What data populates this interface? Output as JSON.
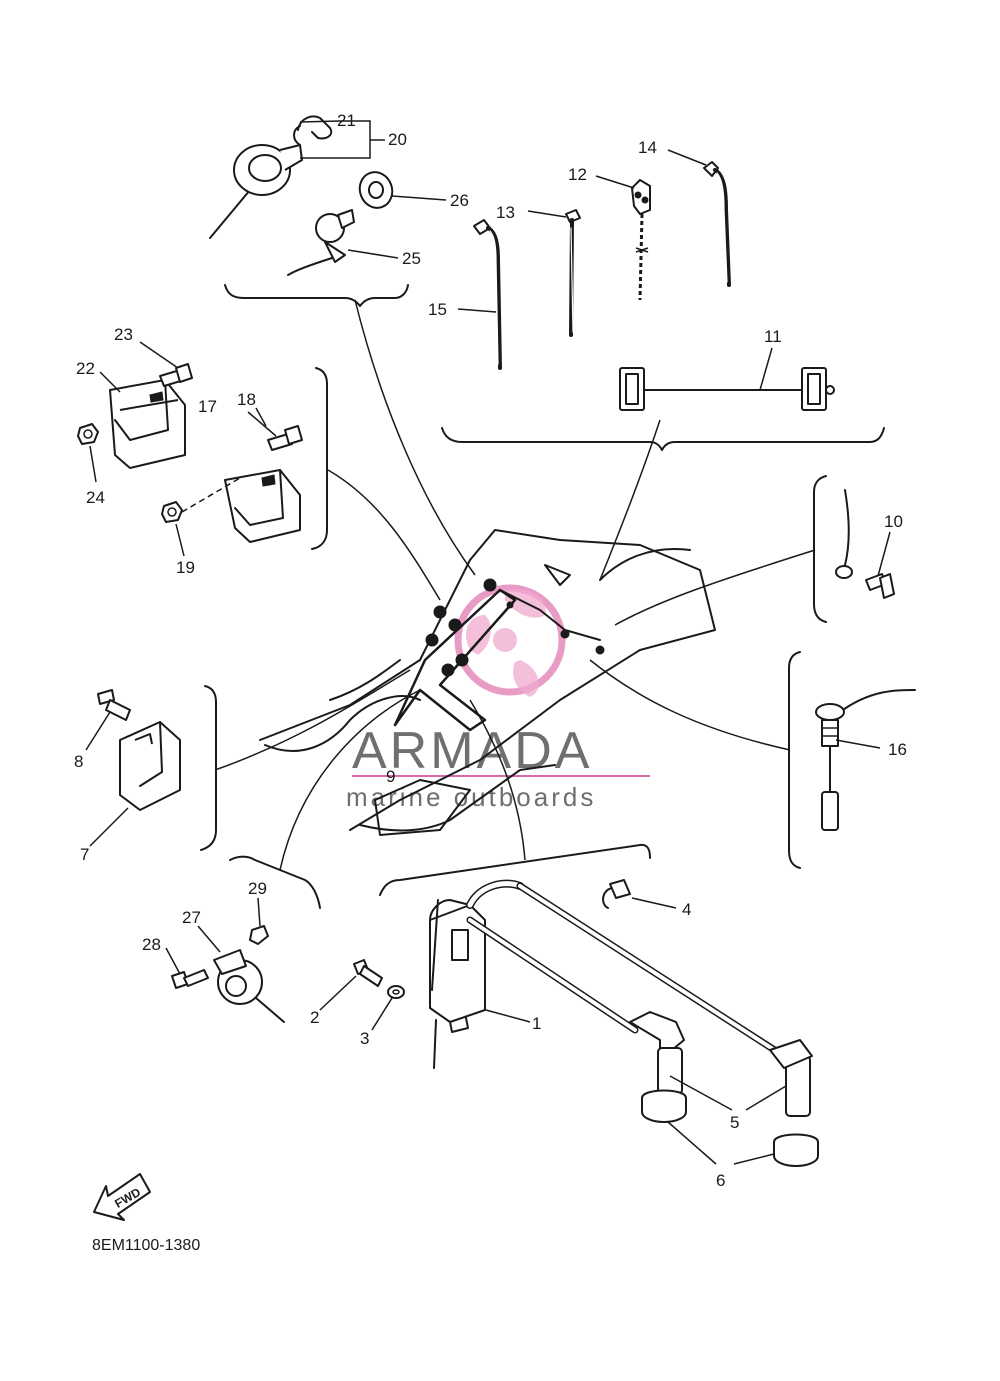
{
  "diagram": {
    "code": "8EM1100-1380",
    "fwd_label": "FWD",
    "watermark": {
      "brand": "ARMADA",
      "tagline": "marine outboards",
      "brand_color": "#6f6f6f",
      "logo_color": "#e07ab0"
    },
    "callouts": [
      "1",
      "2",
      "3",
      "4",
      "5",
      "6",
      "7",
      "8",
      "9",
      "10",
      "11",
      "12",
      "13",
      "14",
      "15",
      "16",
      "17",
      "18",
      "19",
      "20",
      "21",
      "22",
      "23",
      "24",
      "25",
      "26",
      "27",
      "28",
      "29"
    ]
  }
}
